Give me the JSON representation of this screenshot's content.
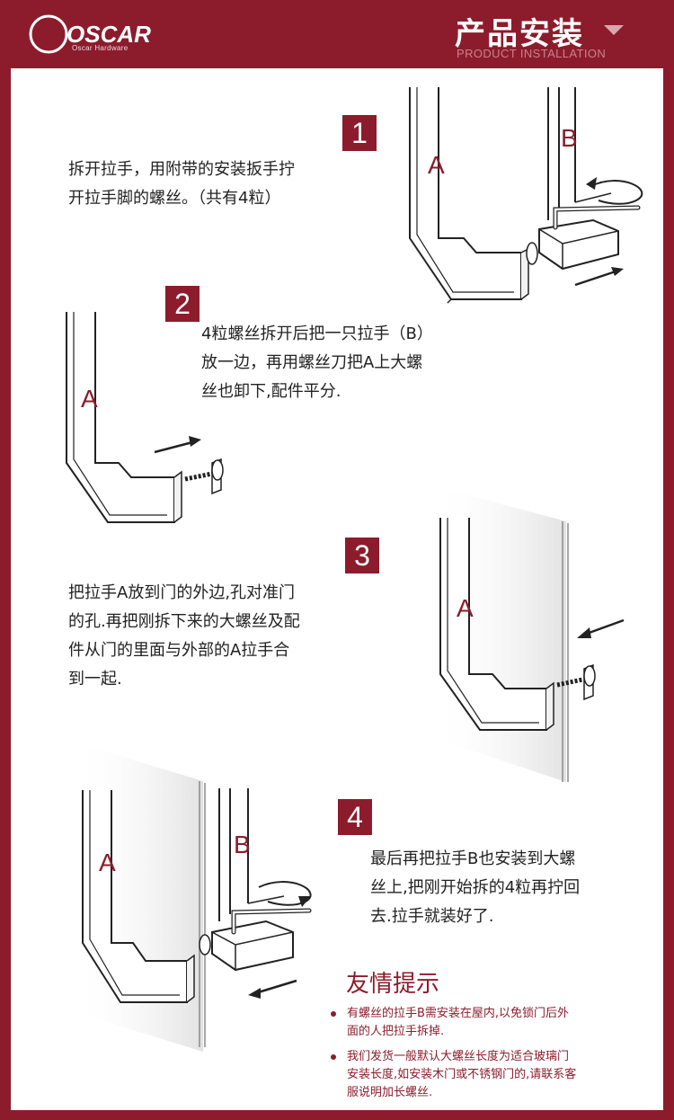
{
  "header": {
    "logo_text": "OSCAR",
    "logo_subtitle": "Oscar Hardware",
    "title": "产品安装",
    "subtitle": "PRODUCT INSTALLATION"
  },
  "steps": [
    {
      "number": "1",
      "lines": [
        "拆开拉手，用附带的安装扳手拧",
        "开拉手脚的螺丝。（共有4粒）"
      ]
    },
    {
      "number": "2",
      "lines": [
        "4粒螺丝拆开后把一只拉手（B）",
        "放一边，再用螺丝刀把A上大螺",
        "丝也卸下,配件平分."
      ]
    },
    {
      "number": "3",
      "lines": [
        "把拉手A放到门的外边,孔对准门",
        "的孔.再把刚拆下来的大螺丝及配",
        "件从门的里面与外部的A拉手合",
        "到一起."
      ]
    },
    {
      "number": "4",
      "lines": [
        "最后再把拉手B也安装到大螺",
        "丝上,把刚开始拆的4粒再拧回",
        "去.拉手就装好了."
      ]
    }
  ],
  "illustration_labels": {
    "handle_a": "A",
    "handle_b": "B"
  },
  "tips": {
    "title": "友情提示",
    "items": [
      {
        "lines": [
          "有螺丝的拉手B需安装在屋内,以免锁门后外",
          "面的人把拉手拆掉."
        ]
      },
      {
        "lines": [
          "我们发货一般默认大螺丝长度为适合玻璃门",
          "安装长度,如安装木门或不锈钢门的,请联系客",
          "服说明加长螺丝."
        ]
      }
    ]
  },
  "colors": {
    "brand": "#8c1c2c",
    "text": "#222222",
    "panel": "#ffffff"
  }
}
